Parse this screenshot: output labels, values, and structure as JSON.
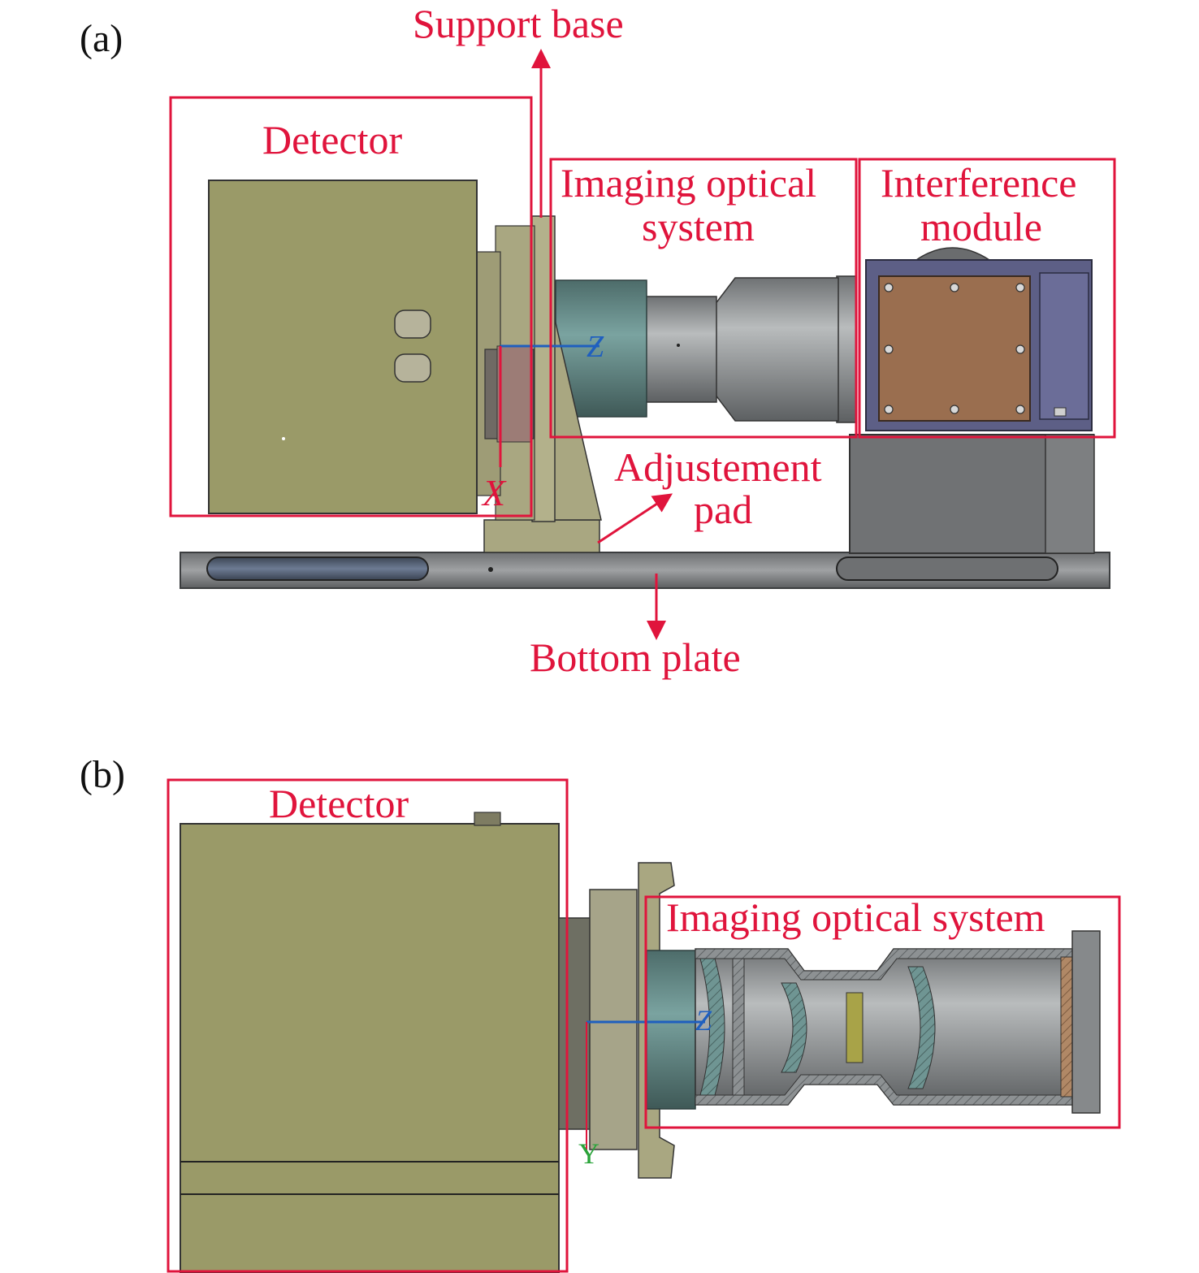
{
  "panels": {
    "a": {
      "tag": "(a)",
      "labels": {
        "support_base": "Support base",
        "detector": "Detector",
        "imaging_line1": "Imaging optical",
        "imaging_line2": "system",
        "interference_line1": "Interference",
        "interference_line2": "module",
        "adjustment_line1": "Adjustement",
        "adjustment_line2": "pad",
        "bottom_plate": "Bottom plate"
      },
      "axes": {
        "z": "Z",
        "x": "X"
      }
    },
    "b": {
      "tag": "(b)",
      "labels": {
        "detector": "Detector",
        "imaging": "Imaging optical system"
      },
      "axes": {
        "z": "Z",
        "y": "Y"
      }
    }
  },
  "colors": {
    "annotation": "#e0143c",
    "detector_body": "#9a9a68",
    "bracket": "#a9a781",
    "lens_barrel": "#8c8f90",
    "interference_plate": "#9a6e4f",
    "interference_frame": "#5d5f86",
    "axis_z": "#1f5fbf",
    "axis_y": "#2aa43a"
  }
}
